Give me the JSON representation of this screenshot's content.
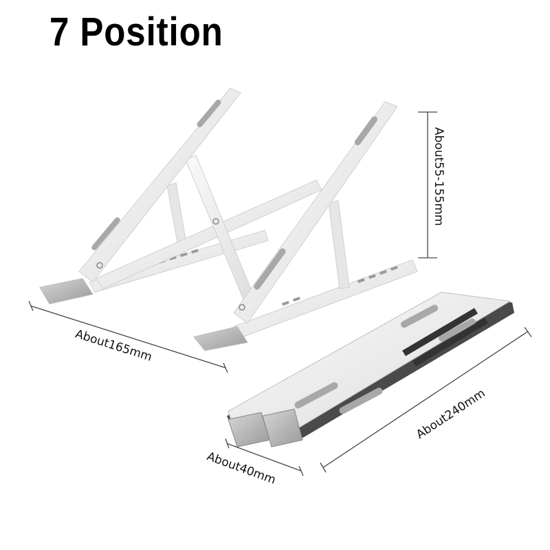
{
  "title": "7 Position",
  "product": {
    "name": "Foldable laptop stand",
    "views": [
      "unfolded-stand",
      "folded-stand"
    ]
  },
  "dimensions": {
    "height": "About55-155mm",
    "width": "About165mm",
    "length": "About240mm",
    "folded_width": "About40mm"
  },
  "colors": {
    "background": "#ffffff",
    "title_text": "#000000",
    "metal_light": "#f2f2f2",
    "metal_mid": "#d9d9d9",
    "metal_dark": "#8a8a8a",
    "pad_gray": "#a8a8a8",
    "dimension_line": "#444444"
  }
}
